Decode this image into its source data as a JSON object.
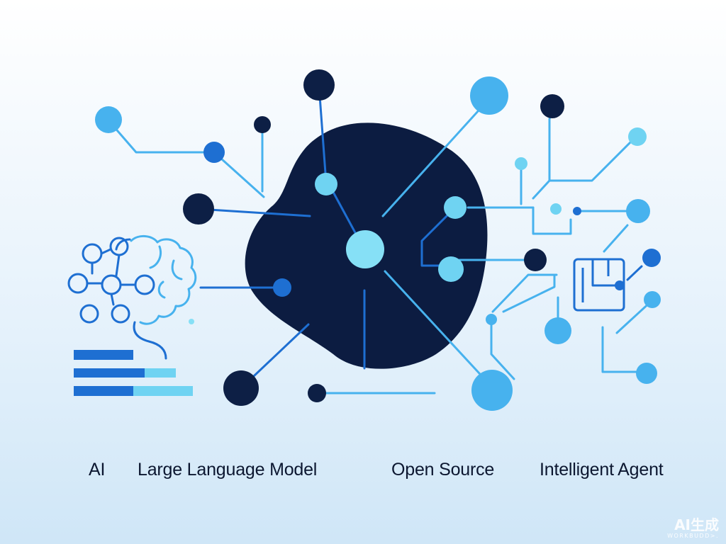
{
  "labels": {
    "ai": "AI",
    "llm": "Large Language Model",
    "open_source": "Open Source",
    "agent": "Intelligent Agent"
  },
  "watermark": {
    "main": "AI生成",
    "sub": "WORKBUDD>."
  },
  "colors": {
    "navy": "#0d1f45",
    "blob": "#0c1c41",
    "blue": "#1e6fd2",
    "mid_blue": "#2f84df",
    "sky": "#47b2ee",
    "light_sky": "#6fd3f2",
    "cyan": "#86e0f6"
  }
}
